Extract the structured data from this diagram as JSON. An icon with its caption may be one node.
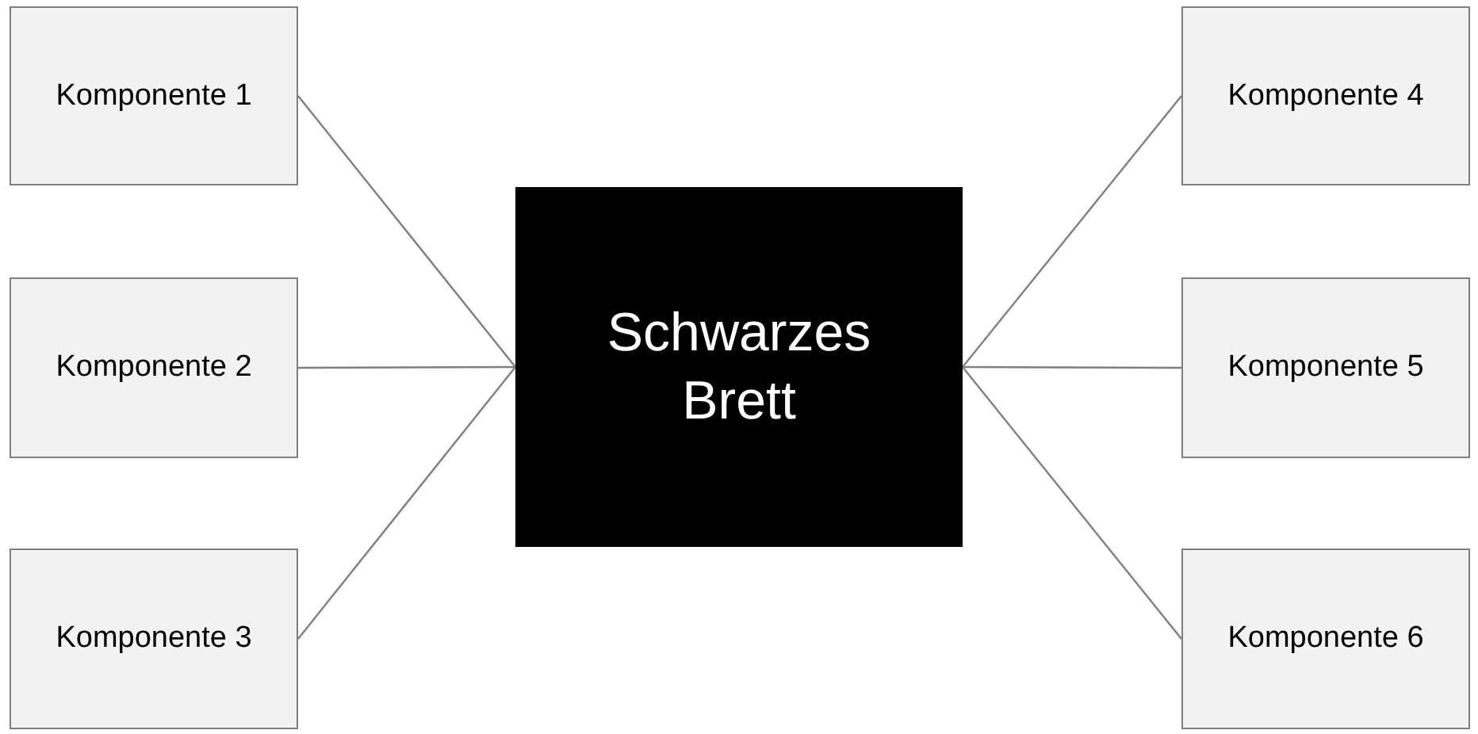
{
  "diagram": {
    "nodes": [
      {
        "text": [
          "Komponente 1"
        ]
      },
      {
        "text": [
          "Komponente 2"
        ]
      },
      {
        "text": [
          "Komponente 3"
        ]
      },
      {
        "text": [
          "Schwarzes Brett"
        ]
      },
      {
        "text": [
          "Komponente 4"
        ]
      },
      {
        "text": [
          "Komponente 5"
        ]
      },
      {
        "text": [
          "Komponente 6"
        ]
      }
    ],
    "edges": [
      {
        "from": 0,
        "to": 3,
        "arrow": "none"
      },
      {
        "from": 1,
        "to": 3,
        "arrow": "none"
      },
      {
        "from": 2,
        "to": 3,
        "arrow": "none"
      },
      {
        "from": 3,
        "to": 4,
        "arrow": "none"
      },
      {
        "from": 3,
        "to": 5,
        "arrow": "none"
      },
      {
        "from": 3,
        "to": 6,
        "arrow": "none"
      }
    ]
  }
}
